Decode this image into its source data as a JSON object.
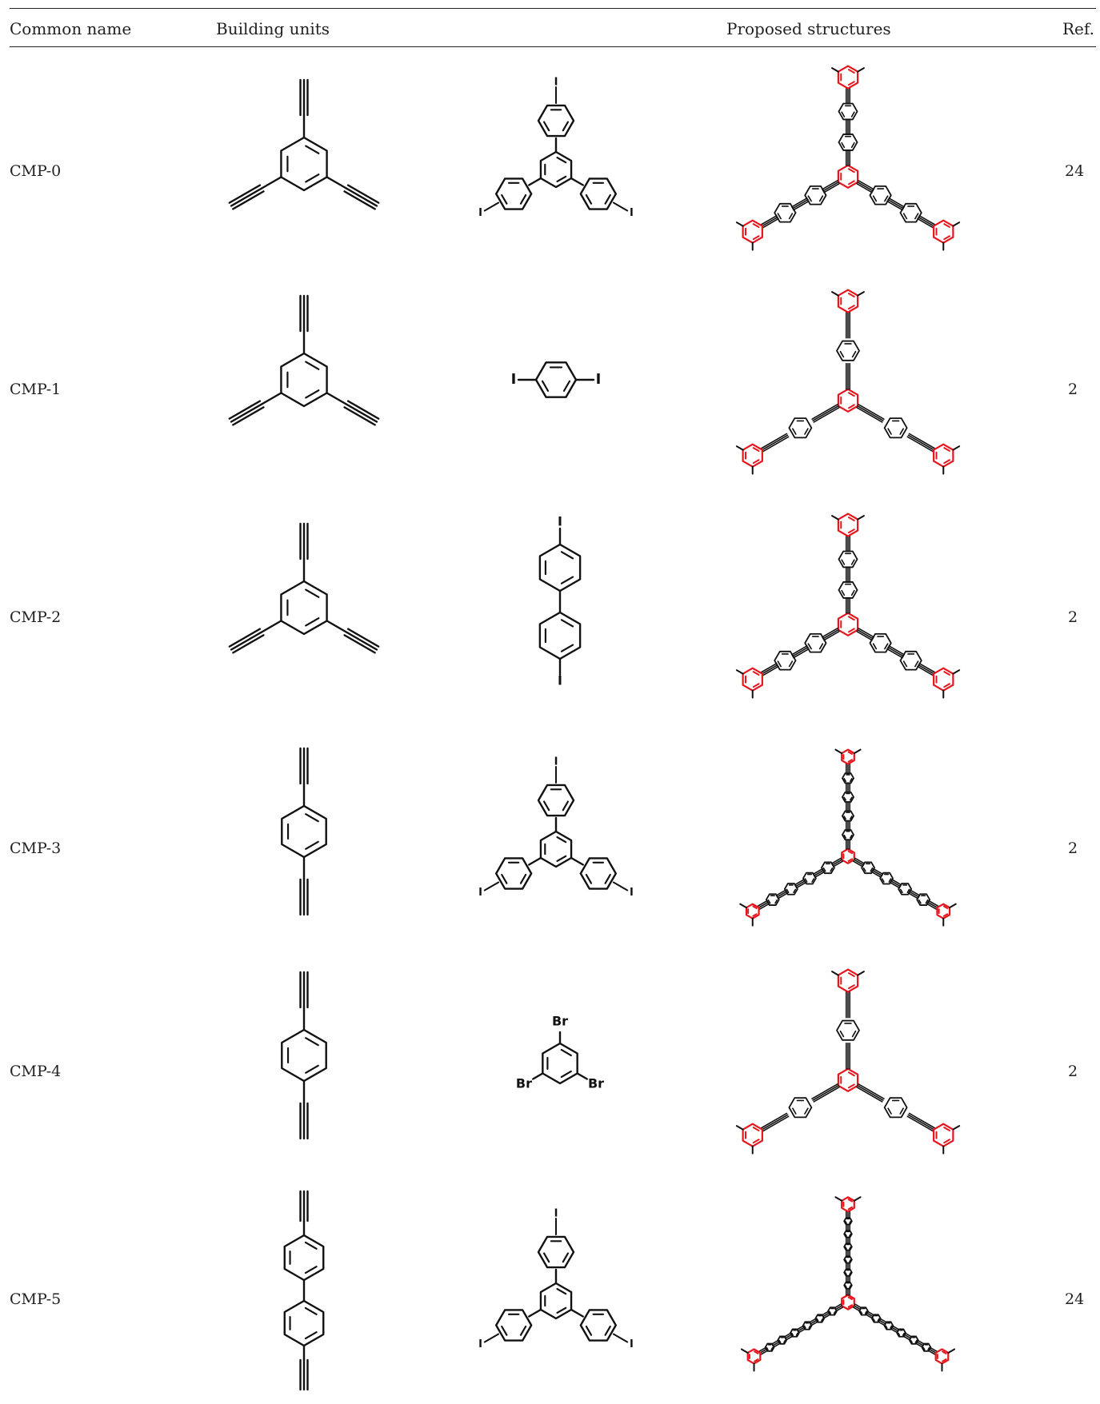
{
  "table": {
    "headers": {
      "name": "Common name",
      "units": "Building units",
      "structures": "Proposed structures",
      "ref": "Ref."
    },
    "rows": [
      {
        "name": "CMP-0",
        "ref": "24",
        "unitA": "1,3,5-triethynylbenzene",
        "unitB": "1,3,5-tris(4-iodophenyl)benzene",
        "structure_arms": 2
      },
      {
        "name": "CMP-1",
        "ref": "2",
        "unitA": "1,3,5-triethynylbenzene",
        "unitB": "1,4-diiodobenzene",
        "structure_arms": 1
      },
      {
        "name": "CMP-2",
        "ref": "2",
        "unitA": "1,3,5-triethynylbenzene",
        "unitB": "4,4'-diiodobiphenyl",
        "structure_arms": 2
      },
      {
        "name": "CMP-3",
        "ref": "2",
        "unitA": "1,4-diethynylbenzene",
        "unitB": "1,3,5-tris(4-iodophenyl)benzene",
        "structure_arms": 4
      },
      {
        "name": "CMP-4",
        "ref": "2",
        "unitA": "1,4-diethynylbenzene",
        "unitB": "1,3,5-tribromobenzene",
        "structure_arms": 1
      },
      {
        "name": "CMP-5",
        "ref": "24",
        "unitA": "4,4'-diethynylbiphenyl",
        "unitB": "1,3,5-tris(4-iodophenyl)benzene",
        "structure_arms": 6
      }
    ]
  },
  "labels": {
    "iodo": "I",
    "bromo": "Br"
  },
  "colors": {
    "bond": "#111111",
    "node": "#e8141b",
    "text": "#222222"
  }
}
